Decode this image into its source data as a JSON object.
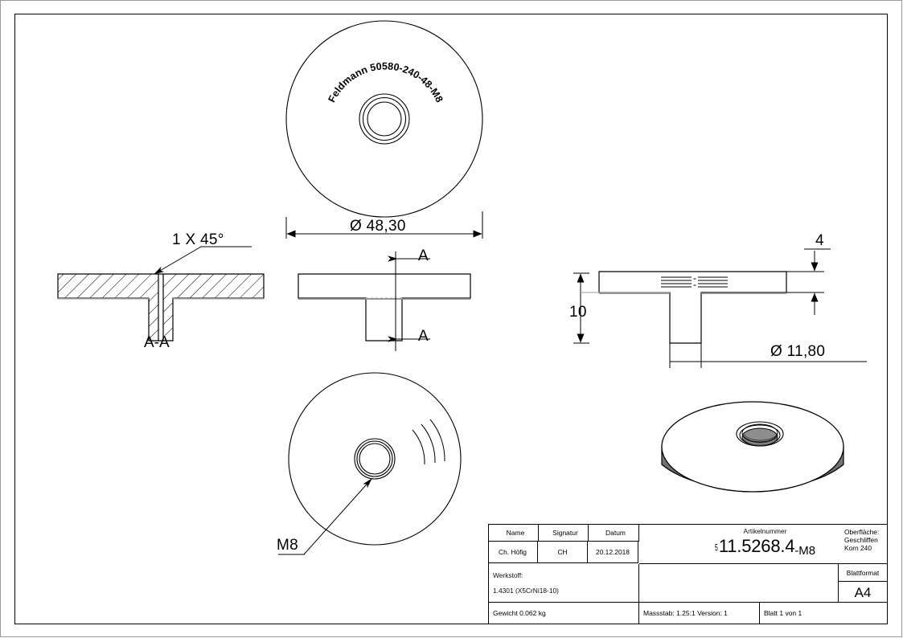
{
  "drawing": {
    "title": "Technical drawing - round base plate with threaded boss",
    "top_view": {
      "engraving_text": "Feldmann 50580-240-48-M8",
      "diameter_label": "Ø 48,30"
    },
    "section_view": {
      "chamfer_label": "1 X 45°",
      "view_label": "A-A"
    },
    "front_view": {
      "section_arrow_top": "A",
      "section_arrow_bottom": "A"
    },
    "right_view": {
      "thickness_label": "4",
      "height_label": "10",
      "bore_label": "Ø 11,80"
    },
    "bottom_view": {
      "thread_label": "M8"
    }
  },
  "title_block": {
    "headers": {
      "name": "Name",
      "signatur": "Signatur",
      "datum": "Datum"
    },
    "values": {
      "name": "Ch. Höfig",
      "signatur": "CH",
      "datum": "20.12.2018"
    },
    "artikelnummer_label": "Artikelnummer",
    "artikelnummer": {
      "prefix": "5",
      "main": "11.5268.4",
      "suffix": "-M8"
    },
    "oberflaeche": "Oberfläche:   Geschliffen Korn 240",
    "werkstoff_label": "Werkstoff:",
    "werkstoff_value": "1.4301 (X5CrNi18-10)",
    "gewicht": "Gewicht 0.062 kg",
    "massstab": "Massstab: 1.25:1    Version: 1",
    "blatt": "Blatt 1 von 1",
    "blattformat_label": "Blattformat",
    "blattformat_value": "A4"
  },
  "colors": {
    "line": "#000000",
    "thin_line": "#9a9a9a",
    "shade_gray": "#6e6e6e",
    "shade_light": "#d8d8d8"
  }
}
